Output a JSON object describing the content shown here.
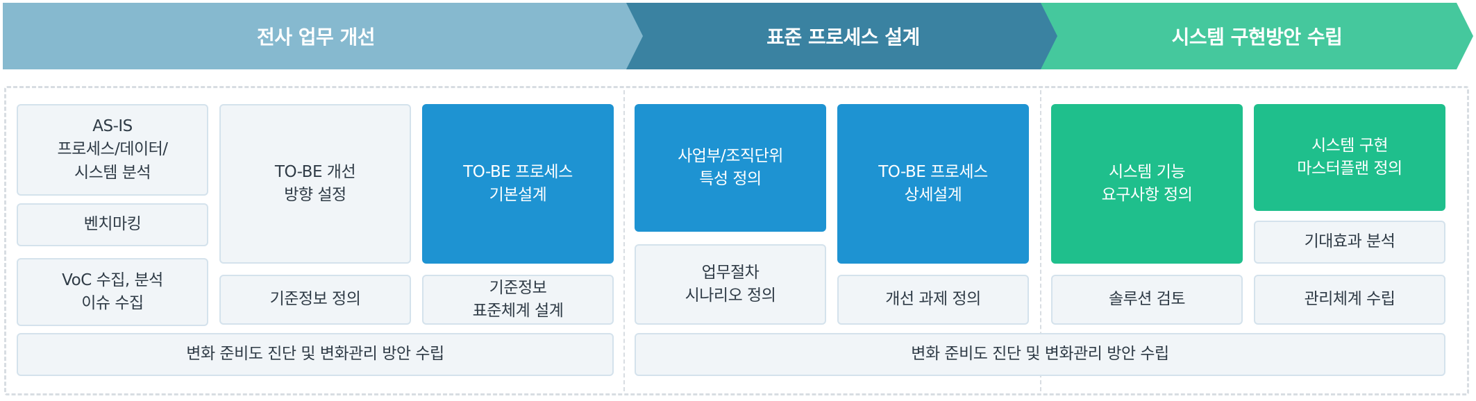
{
  "phases": [
    {
      "label": "전사 업무 개선",
      "color": "#86b9cf"
    },
    {
      "label": "표준 프로세스 설계",
      "color": "#3a82a1"
    },
    {
      "label": "시스템 구현방안 수립",
      "color": "#45c89d"
    }
  ],
  "boxes": {
    "asis": "AS-IS\n프로세스/데이터/\n시스템 분석",
    "benchmark": "벤치마킹",
    "voc": "VoC 수집, 분석\n이슈 수집",
    "tobe_direction": "TO-BE 개선\n방향 설정",
    "criteria_info": "기준정보 정의",
    "tobe_basic": "TO-BE 프로세스\n기본설계",
    "criteria_system": "기준정보\n표준체계 설계",
    "business_unit": "사업부/조직단위\n특성 정의",
    "procedure_scenario": "업무절차\n시나리오 정의",
    "tobe_detail": "TO-BE 프로세스\n상세설계",
    "improvement_task": "개선 과제 정의",
    "system_requirements": "시스템 기능\n요구사항 정의",
    "solution_review": "솔루션 검토",
    "master_plan": "시스템 구현\n마스터플랜 정의",
    "expected_effect": "기대효과 분석",
    "management_system": "관리체계 수립",
    "change_readiness_1": "변화 준비도 진단 및 변화관리 방안 수립",
    "change_readiness_2": "변화 준비도 진단 및 변화관리 방안 수립"
  },
  "colors": {
    "light_box": "#f1f5f8",
    "blue_box": "#1e93d2",
    "green_box": "#1fbf8c"
  }
}
